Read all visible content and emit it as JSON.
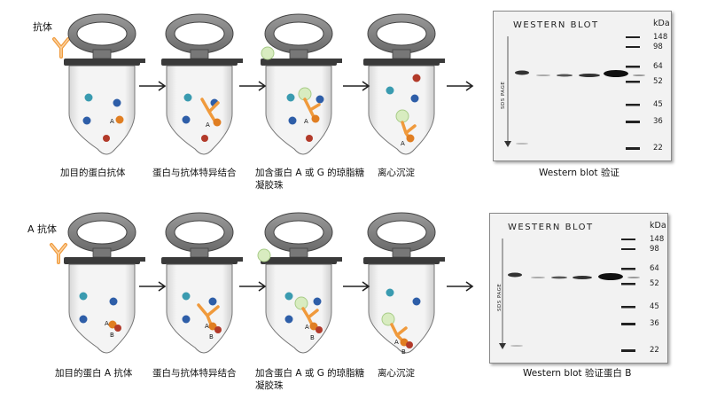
{
  "rows": [
    {
      "antibody_label": "抗体",
      "captions": [
        "加目的蛋白抗体",
        "蛋白与抗体特异结合",
        "加含蛋白 A 或 G 的琼脂糖凝胶珠",
        "离心沉淀"
      ],
      "blot": {
        "title": "WESTERN BLOT",
        "unit": "kDa",
        "side_label": "SDS PAGE",
        "markers": [
          "148",
          "98",
          "64",
          "52",
          "45",
          "36",
          "22"
        ],
        "caption": "Western blot 验证"
      },
      "protein_labels": [
        "A"
      ]
    },
    {
      "antibody_label": "A 抗体",
      "captions": [
        "加目的蛋白 A 抗体",
        "蛋白与抗体特异结合",
        "加含蛋白 A 或 G 的琼脂糖凝胶珠",
        "离心沉淀"
      ],
      "blot": {
        "title": "WESTERN BLOT",
        "unit": "kDa",
        "side_label": "SDS PAGE",
        "markers": [
          "148",
          "98",
          "64",
          "52",
          "45",
          "36",
          "22"
        ],
        "caption": "Western blot 验证蛋白 B"
      },
      "protein_labels": [
        "A",
        "B"
      ]
    }
  ],
  "colors": {
    "antibody": "#f09a3c",
    "bead": "#d8ecc0",
    "protein_a": "#e07e22",
    "protein_b": "#b23a2a",
    "teal": "#3a9bb0",
    "blue": "#2e5ea8",
    "red": "#b23a2a"
  }
}
